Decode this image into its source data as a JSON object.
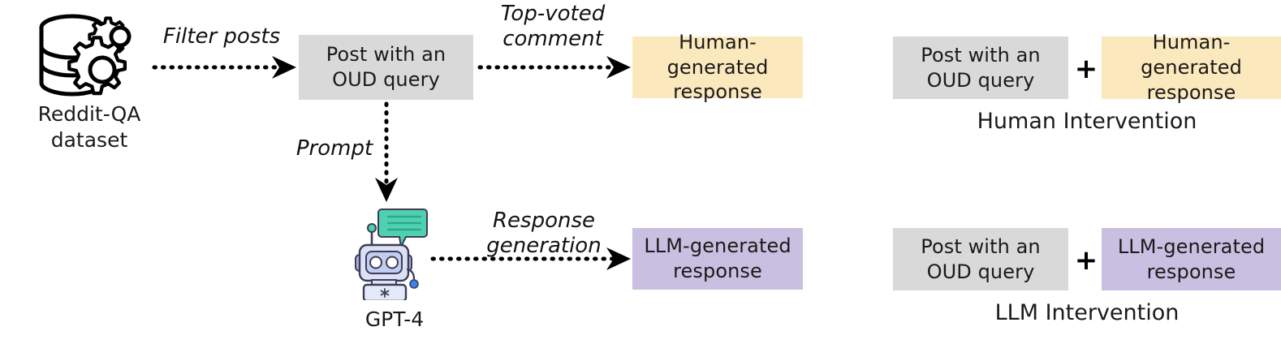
{
  "figure": {
    "title": "OUD response generation pipeline",
    "background": "#ffffff"
  },
  "colors": {
    "gray_box": "#d9d9d9",
    "yellow_box": "#fbe8bd",
    "purple_box": "#c9c0e1",
    "arrow": "#000000",
    "robot_bubble": "#4fd1b0",
    "robot_body": "#ccd4f0",
    "robot_outline": "#3d3d55",
    "robot_antenna_tip": "#4fd1b0",
    "robot_dot": "#3b82f6"
  },
  "source": {
    "icon": "database-gears-icon",
    "label": "Reddit-QA\ndataset"
  },
  "nodes": {
    "post_query": "Post with an OUD\nquery",
    "human_response": "Human-generated\nresponse",
    "llm_response": "LLM-generated\nresponse",
    "model_icon": "robot-icon",
    "model_label": "GPT-4"
  },
  "edges": {
    "filter_posts": "Filter posts",
    "top_voted_comment": "Top-voted\ncomment",
    "prompt": "Prompt",
    "response_generation": "Response\ngeneration"
  },
  "pairs": {
    "plus": "+",
    "human": {
      "left": "Post with an OUD\nquery",
      "right": "Human-generated\nresponse",
      "caption": "Human Intervention"
    },
    "llm": {
      "left": "Post with an OUD\nquery",
      "right": "LLM-generated\nresponse",
      "caption": "LLM Intervention"
    }
  }
}
